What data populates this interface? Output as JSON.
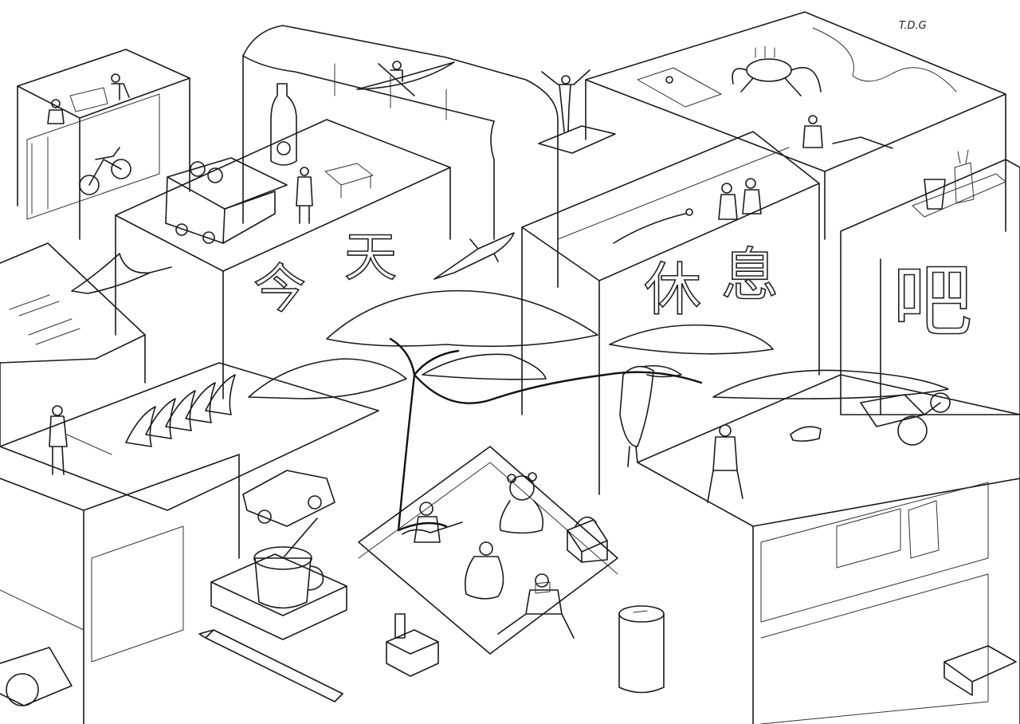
{
  "artwork": {
    "signature": "T.D.G",
    "signs": [
      "今",
      "天",
      "休",
      "息",
      "吧"
    ],
    "palette": {
      "ink": "#1a1a1a",
      "paper": "#ffffff"
    }
  }
}
